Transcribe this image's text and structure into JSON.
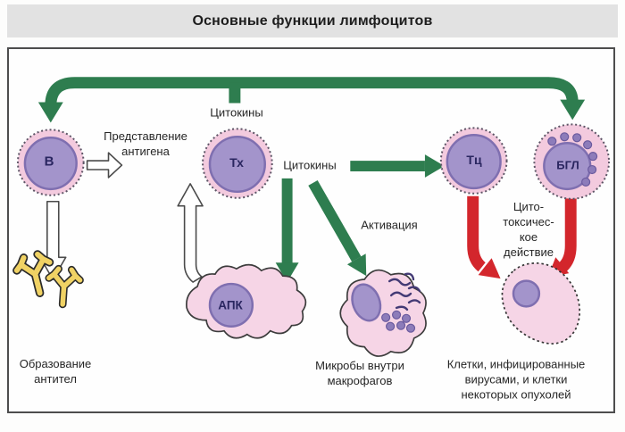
{
  "title": "Основные функции лимфоцитов",
  "colors": {
    "arrow_green": "#2e7d4f",
    "arrow_red": "#d3262c",
    "cell_pink": "#f3cade",
    "cell_pink_light": "#f6d5e6",
    "nucleus_purple": "#a394cb",
    "nucleus_border": "#7f6fb0",
    "granule_purple": "#8d7cba",
    "antibody_yellow": "#f0d264",
    "title_band": "#e2e2e2"
  },
  "cells": {
    "b_cell": {
      "label": "В"
    },
    "t_helper": {
      "label": "Тх"
    },
    "t_cytotoxic": {
      "label": "Тц"
    },
    "bgl": {
      "label": "БГЛ"
    },
    "apc": {
      "label": "АПК"
    }
  },
  "labels": {
    "cytokines_top": "Цитокины",
    "cytokines_mid": "Цитокины",
    "antigen_presentation": [
      "Представление",
      "антигена"
    ],
    "activation": "Активация",
    "cytotoxic_action": [
      "Цито-",
      "токсичес-",
      "кое",
      "действие"
    ],
    "antibody_formation": [
      "Образование",
      "антител"
    ],
    "microbes": [
      "Микробы внутри",
      "макрофагов"
    ],
    "infected_cells": [
      "Клетки, инфицированные",
      "вирусами, и клетки",
      "некоторых опухолей"
    ]
  }
}
